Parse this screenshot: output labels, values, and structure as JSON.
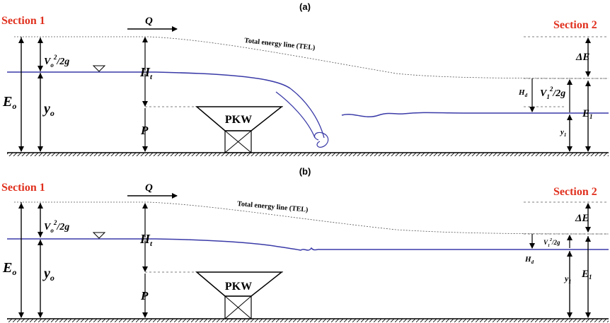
{
  "colors": {
    "section_label": "#e0301e",
    "water_surface": "#3a3aa8",
    "lines": "#000000",
    "tel": "#555555"
  },
  "panels": [
    {
      "id": "a",
      "label": "(a)",
      "section1": "Section 1",
      "section2": "Section 2",
      "discharge": "Q",
      "tel": "Total energy line (TEL)",
      "velocity_head_up": "V",
      "velocity_head_up_sup": "2",
      "velocity_head_up_sub": "o",
      "velocity_head_up_tail": "/2g",
      "energy_up": "E",
      "energy_up_sub": "o",
      "depth_up": "y",
      "depth_up_sub": "o",
      "head_total": "H",
      "head_total_sub": "t",
      "weir_height": "P",
      "weir": "PKW",
      "head_drop": "H",
      "head_drop_sub": "d",
      "velocity_head_down": "V",
      "velocity_head_down_sup": "2",
      "velocity_head_down_sub": "1",
      "velocity_head_down_tail": "/2g",
      "energy_loss": "ΔE",
      "energy_down": "E",
      "energy_down_sub": "1",
      "depth_down": "y",
      "depth_down_sub": "1"
    },
    {
      "id": "b",
      "label": "(b)",
      "section1": "Section 1",
      "section2": "Section 2",
      "discharge": "Q",
      "tel": "Total energy line (TEL)",
      "velocity_head_up": "V",
      "velocity_head_up_sup": "2",
      "velocity_head_up_sub": "o",
      "velocity_head_up_tail": "/2g",
      "energy_up": "E",
      "energy_up_sub": "o",
      "depth_up": "y",
      "depth_up_sub": "o",
      "head_total": "H",
      "head_total_sub": "t",
      "weir_height": "P",
      "weir": "PKW",
      "head_drop": "H",
      "head_drop_sub": "d",
      "velocity_head_down": "V",
      "velocity_head_down_sup": "2",
      "velocity_head_down_sub": "1",
      "velocity_head_down_tail": "/2g",
      "energy_loss": "ΔE",
      "energy_down": "E",
      "energy_down_sub": "1",
      "depth_down": "y",
      "depth_down_sub": "1"
    }
  ]
}
